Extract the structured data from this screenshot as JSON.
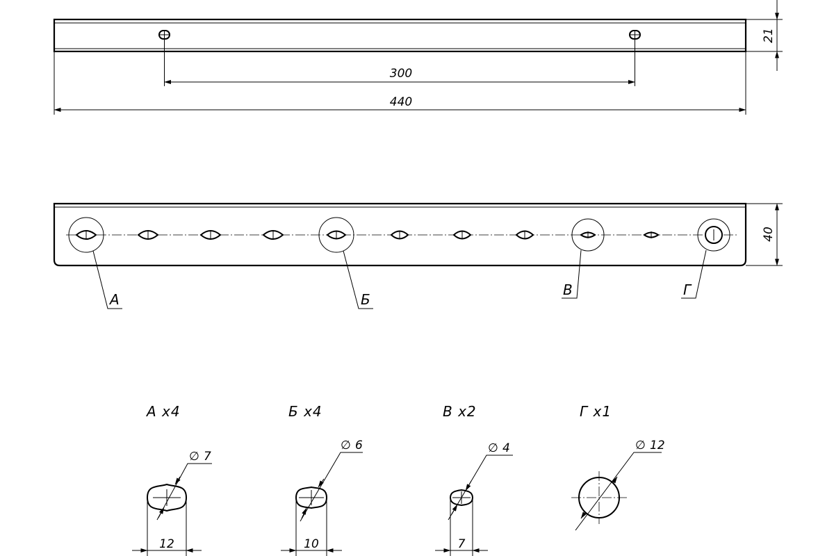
{
  "top_view": {
    "dim_height": "21",
    "dim_hole_spacing": "300",
    "dim_length": "440"
  },
  "front_view": {
    "dim_height": "40",
    "callouts": [
      "А",
      "Б",
      "В",
      "Г"
    ]
  },
  "details": [
    {
      "title": "А  х4",
      "diameter": "7",
      "width": "12"
    },
    {
      "title": "Б  х4",
      "diameter": "6",
      "width": "10"
    },
    {
      "title": "В  х2",
      "diameter": "4",
      "width": "7"
    },
    {
      "title": "Г  х1",
      "diameter": "12"
    }
  ],
  "symbols": {
    "diameter": "∅"
  }
}
